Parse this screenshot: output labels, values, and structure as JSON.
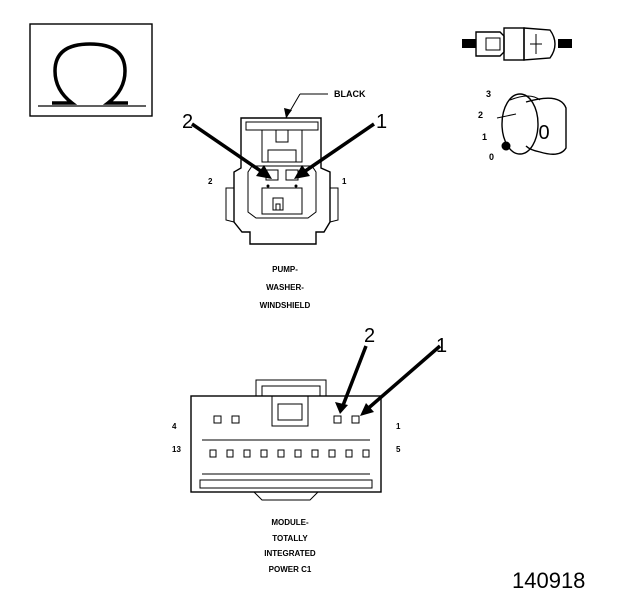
{
  "ohm_symbol": "Ω",
  "connector1": {
    "color_label": "BLACK",
    "arrow_labels": [
      "2",
      "1"
    ],
    "cavity_labels": [
      "2",
      "1"
    ],
    "name_lines": [
      "PUMP-",
      "WASHER-",
      "WINDSHIELD"
    ]
  },
  "connector2": {
    "arrow_labels": [
      "2",
      "1"
    ],
    "cavity_labels": [
      "4",
      "13",
      "1",
      "5"
    ],
    "name_lines": [
      "MODULE-",
      "TOTALLY",
      "INTEGRATED",
      "POWER C1"
    ]
  },
  "key_positions": [
    "3",
    "2",
    "1",
    "0"
  ],
  "key_label": "0",
  "figure_number": "140918"
}
